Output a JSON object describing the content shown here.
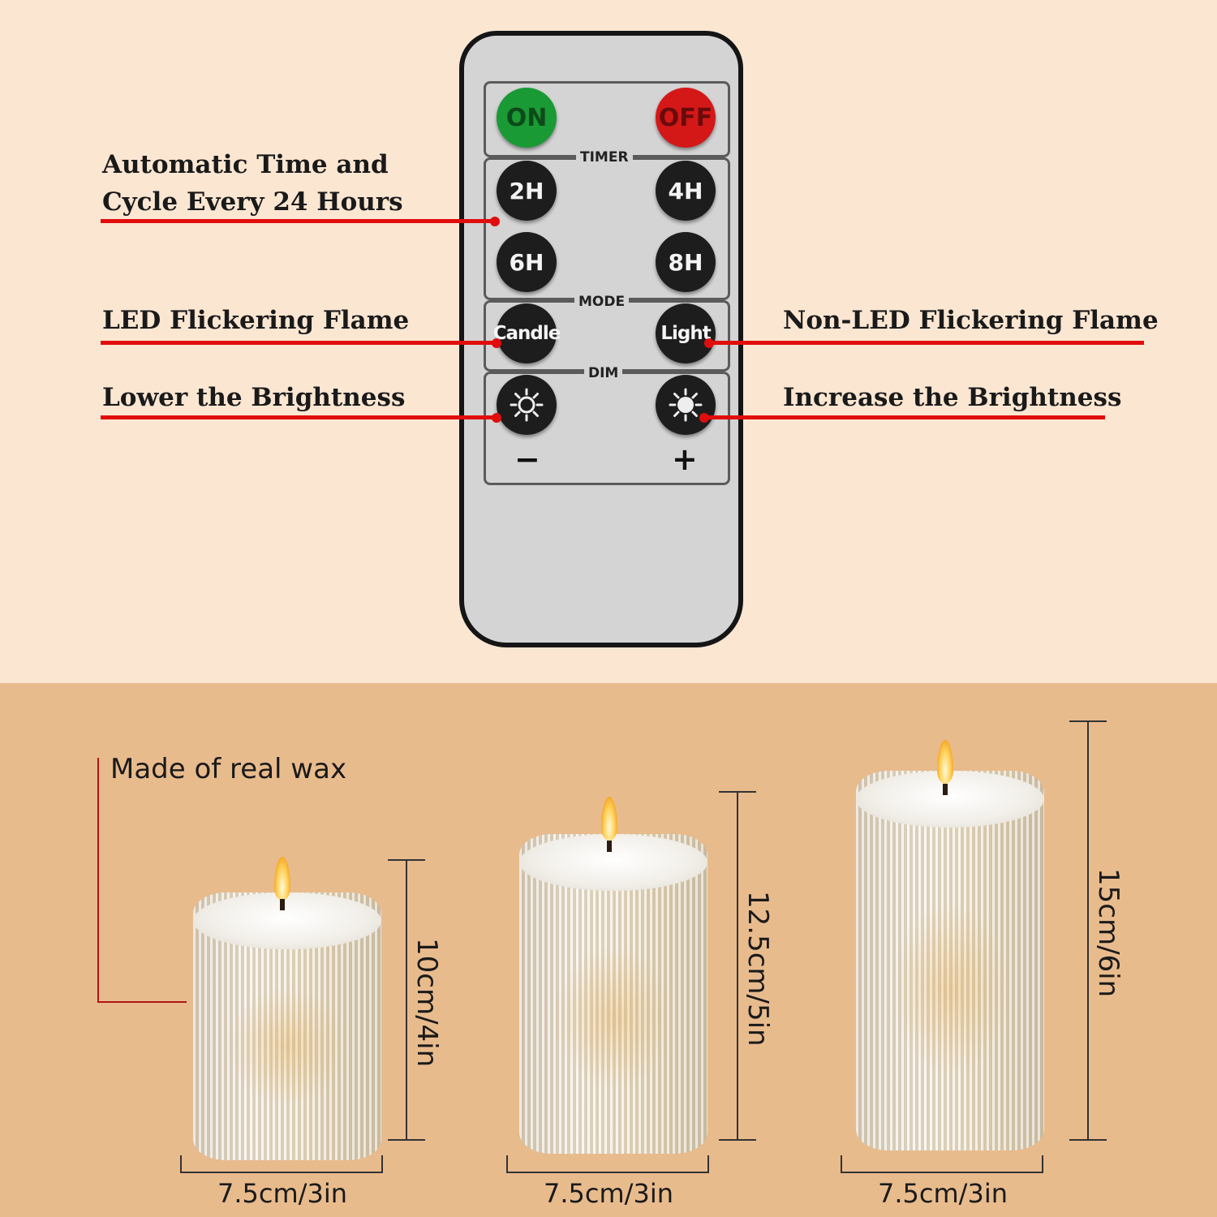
{
  "remote": {
    "on": "ON",
    "off": "OFF",
    "timer_label": "TIMER",
    "mode_label": "MODE",
    "dim_label": "DIM",
    "timers": [
      "2H",
      "4H",
      "6H",
      "8H"
    ],
    "candle": "Candle",
    "light": "Light",
    "minus": "−",
    "plus": "+"
  },
  "callouts": {
    "timer_line1": "Automatic Time and",
    "timer_line2": "Cycle Every 24 Hours",
    "led": "LED Flickering Flame",
    "non_led": "Non-LED Flickering Flame",
    "lower": "Lower the Brightness",
    "increase": "Increase the Brightness"
  },
  "candles": {
    "wax_note": "Made of real wax",
    "small_height": "10cm/4in",
    "medium_height": "12.5cm/5in",
    "large_height": "15cm/6in",
    "small_width": "7.5cm/3in",
    "medium_width": "7.5cm/3in",
    "large_width": "7.5cm/3in"
  },
  "colors": {
    "accent_red": "#e10d0d",
    "top_bg": "#fbe6d2",
    "bottom_bg": "#e8bb8d"
  }
}
